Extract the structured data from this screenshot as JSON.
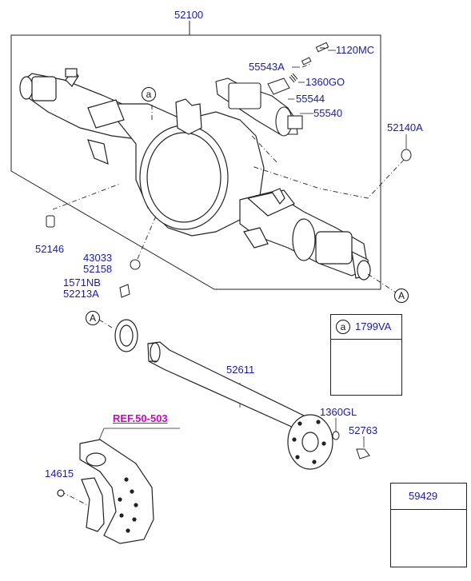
{
  "diagram": {
    "parts": {
      "p52100": "52100",
      "p1120MC": "1120MC",
      "p55543A": "55543A",
      "p1360GO": "1360GO",
      "p55544": "55544",
      "p55540": "55540",
      "p52140A": "52140A",
      "p52146": "52146",
      "p43033": "43033",
      "p52158": "52158",
      "p1571NB": "1571NB",
      "p52213A": "52213A",
      "p52611": "52611",
      "p1360GL": "1360GL",
      "p52763": "52763",
      "p14615": "14615",
      "p1799VA": "1799VA",
      "p59429": "59429"
    },
    "reference": "REF.50-503",
    "callouts": {
      "a": "a",
      "A": "A"
    }
  }
}
